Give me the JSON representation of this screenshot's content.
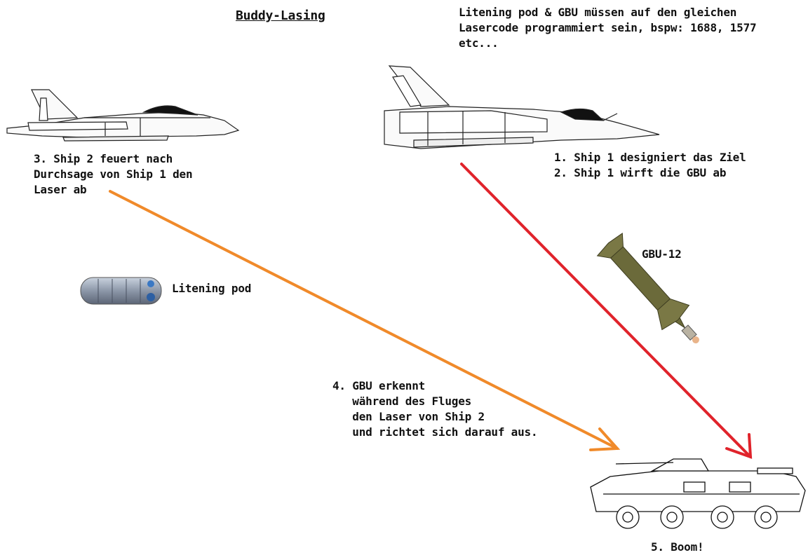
{
  "title": "Buddy-Lasing",
  "note": "Litening pod & GBU müssen auf den gleichen\nLasercode programmiert sein, bspw: 1688, 1577\netc...",
  "steps": {
    "ship1": "1. Ship 1 designiert das Ziel\n2. Ship 1 wirft die GBU ab",
    "ship2": "3. Ship 2 feuert nach\nDurchsage von Ship 1 den\nLaser ab",
    "gbu_tracking": "4. GBU erkennt\n   während des Fluges\n   den Laser von Ship 2\n   und richtet sich darauf aus.",
    "impact": "5. Boom!"
  },
  "labels": {
    "pod": "Litening pod",
    "bomb": "GBU-12"
  },
  "colors": {
    "laser_arrow": "#f08a2a",
    "drop_arrow": "#e0232b",
    "text": "#111111"
  },
  "icons": [
    "fighter-jet-hornet-icon",
    "fighter-jet-mirage-icon",
    "litening-pod-icon",
    "gbu-12-bomb-icon",
    "armored-vehicle-icon"
  ]
}
